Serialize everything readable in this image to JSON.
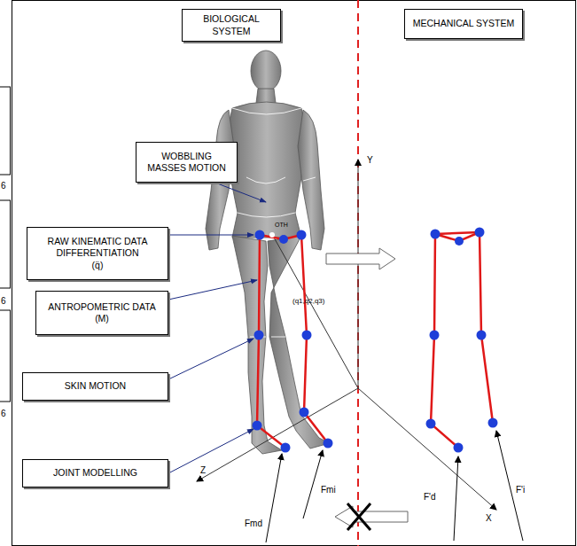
{
  "diagram": {
    "nodes": [
      {
        "text": [
          "BIOLOGICAL SYSTEM"
        ]
      },
      {
        "text": [
          "MECHANICAL SYSTEM"
        ]
      },
      {
        "text": [
          "WOBBLING MASSES MOTION"
        ]
      },
      {
        "text": [
          "RAW KINEMATIC DATA DIFFERENTIATION",
          "(q̈)"
        ]
      },
      {
        "text": [
          "ANTROPOMETRIC DATA",
          "(M)"
        ]
      },
      {
        "text": [
          "SKIN MOTION"
        ]
      },
      {
        "text": [
          "JOINT MODELLING"
        ]
      }
    ],
    "edges": [],
    "labels": [
      "Y",
      "X",
      "Z",
      "OTH",
      "(q1,q2,q3)",
      "Fmd",
      "Fmi",
      "F'd",
      "F'i",
      "6",
      "6",
      "6"
    ]
  }
}
